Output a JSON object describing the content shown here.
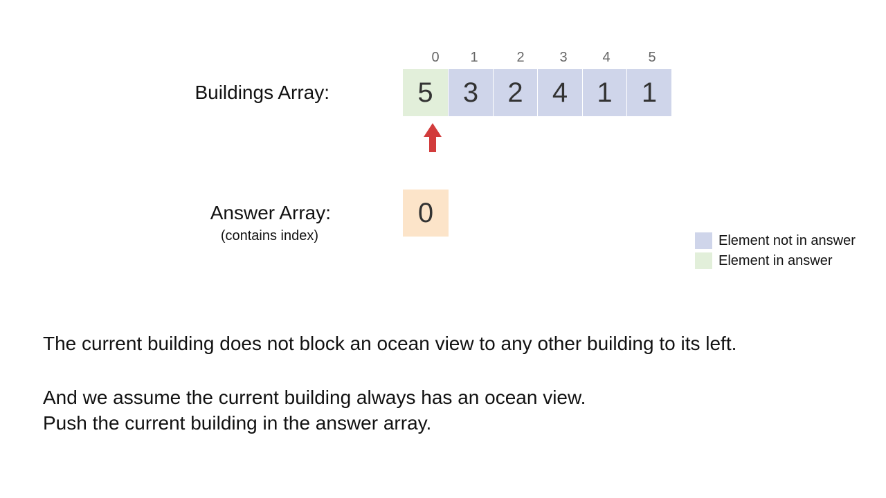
{
  "buildings": {
    "label": "Buildings Array:",
    "indices": [
      "0",
      "1",
      "2",
      "3",
      "4",
      "5"
    ],
    "values": [
      "5",
      "3",
      "2",
      "4",
      "1",
      "1"
    ],
    "in_answer": [
      true,
      false,
      false,
      false,
      false,
      false
    ],
    "pointer_index": 0
  },
  "answer": {
    "label": "Answer Array:",
    "sublabel": "(contains index)",
    "values": [
      "0"
    ]
  },
  "legend": {
    "not_in_answer": "Element not in answer",
    "in_answer": "Element in answer"
  },
  "colors": {
    "not_in_answer": "#cfd5ea",
    "in_answer": "#e2efda",
    "answer_cell": "#fce4c9",
    "arrow": "#d23c3c"
  },
  "text": {
    "line1": "The current building does not block an ocean view to any other building to its left.",
    "line2": "And we assume the current building always has an ocean view.",
    "line3": "Push the current building in the answer array."
  }
}
